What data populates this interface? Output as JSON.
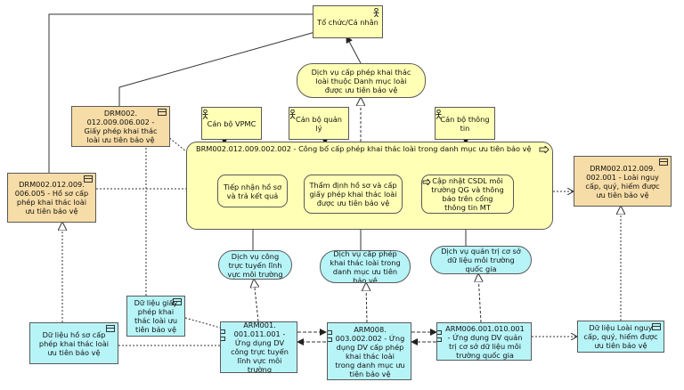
{
  "nodes": {
    "to_chuc": "Tổ chức/Cá nhân",
    "dv_cap_phep_top": "Dịch vụ cấp phép khai thác loài thuộc Danh mục loài được ưu tiên bảo vệ",
    "drm_giay_phep": "DRM002. 012.009.006.002 - Giấy phép khai thác loài ưu tiên bảo vệ",
    "can_bo_vpmc": "Cán bộ VPMC",
    "can_bo_quan_ly": "Cán bộ quản lý",
    "can_bo_thong_tin": "Cán bộ thông tin",
    "process_title": "BRM002.012.009.002.002 - Công bố cấp phép khai thác loài trong danh mục ưu tiên bảo vệ",
    "tiep_nhan": "Tiếp nhận hồ sơ và trả kết quả",
    "tham_dinh": "Thẩm định hồ sơ và cấp giấy phép khai thác loài được ưu tiên bảo vệ",
    "cap_nhat": "Cập nhật CSDL môi trường QG và thông báo trên cổng thông tin MT",
    "drm_ho_so": "DRM002.012.009. 006.005 - Hồ sơ cấp phép khai thác loài ưu tiên bảo vệ",
    "drm_loai": "DRM002.012.009. 002.001 - Loài nguy cấp, quý, hiếm được ưu tiên bảo vệ",
    "dv_cong_truc_tuyen": "Dịch vụ công trực tuyến lĩnh vực môi trường",
    "dv_cap_phep_mid": "Dịch vụ cấp phép khai thác loài trong danh mục ưu tiên bảo vệ",
    "dv_quan_tri": "Dịch vụ quản trị cơ sở dữ liệu môi trường quốc gia",
    "du_lieu_giay_phep": "Dữ liệu giấy phép khai thác loài ưu tiên bảo vệ",
    "du_lieu_ho_so": "Dữ liệu hồ sơ cấp phép khai thác loài ưu tiên bảo vệ",
    "arm001": "ARM001. 001.011.001 - Ứng dụng DV công trực tuyến lĩnh vực môi trường",
    "arm008": "ARM008. 003.002.002 - Ứng dụng DV cấp phép khai thác loài trong danh mục ưu tiên bảo vệ",
    "arm006": "ARM006.001.010.001 - Ứng dụng DV quản trị cơ sở dữ liệu môi trường quốc gia",
    "du_lieu_loai": "Dữ liệu Loài nguy cấp, quý, hiếm được ưu tiên bảo vệ"
  },
  "colors": {
    "business": "#ffffb5",
    "data_object": "#f6dca6",
    "application": "#b7f4f8",
    "line": "#333333"
  }
}
